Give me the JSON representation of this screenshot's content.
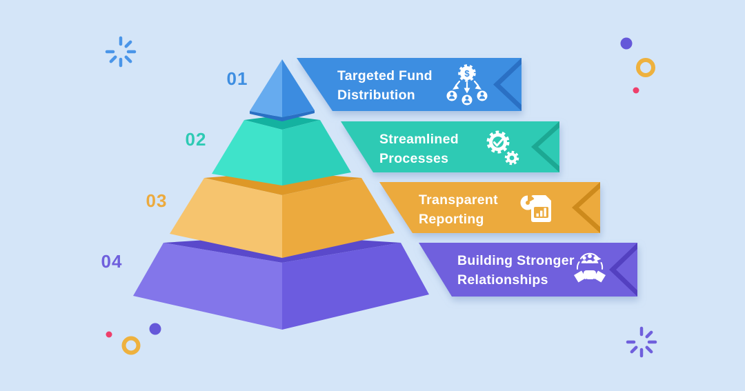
{
  "background_color": "#d4e5f8",
  "levels": [
    {
      "number": "01",
      "label": "Targeted Fund Distribution",
      "lines": [
        "Targeted Fund",
        "Distribution"
      ],
      "icon": "fund-distribution-icon",
      "icon_glyph": "$",
      "color": "#3e8ee1",
      "face_left": "#66abef",
      "face_right": "#3c8ce0",
      "shade_dark": "#2a70c4"
    },
    {
      "number": "02",
      "label": "Streamlined Processes",
      "lines": [
        "Streamlined",
        "Processes"
      ],
      "icon": "gears-check-icon",
      "color": "#2ecab4",
      "face_left": "#3fe3ca",
      "face_right": "#2dd0ba",
      "face_top": "#14b2a0",
      "shade_dark": "#1ea893"
    },
    {
      "number": "03",
      "label": "Transparent Reporting",
      "lines": [
        "Transparent",
        "Reporting"
      ],
      "icon": "report-icon",
      "color": "#ecaa3e",
      "face_left": "#f6c46e",
      "face_right": "#ecaa3e",
      "face_top": "#de9827",
      "shade_dark": "#cd8a1e"
    },
    {
      "number": "04",
      "label": "Building Stronger Relationships",
      "lines": [
        "Building Stronger",
        "Relationships"
      ],
      "icon": "relationship-icon",
      "color": "#6f60dd",
      "face_left": "#8376ea",
      "face_right": "#6c5cdf",
      "face_top": "#5a49cb",
      "shade_dark": "#5240c0"
    }
  ],
  "decorations": {
    "starburst_blue": "#4a95e8",
    "starburst_purple": "#6f5fdc",
    "dot_purple": "#6558d9",
    "ring_yellow": "#eeb13e",
    "dot_pink": "#ee3f6b"
  }
}
